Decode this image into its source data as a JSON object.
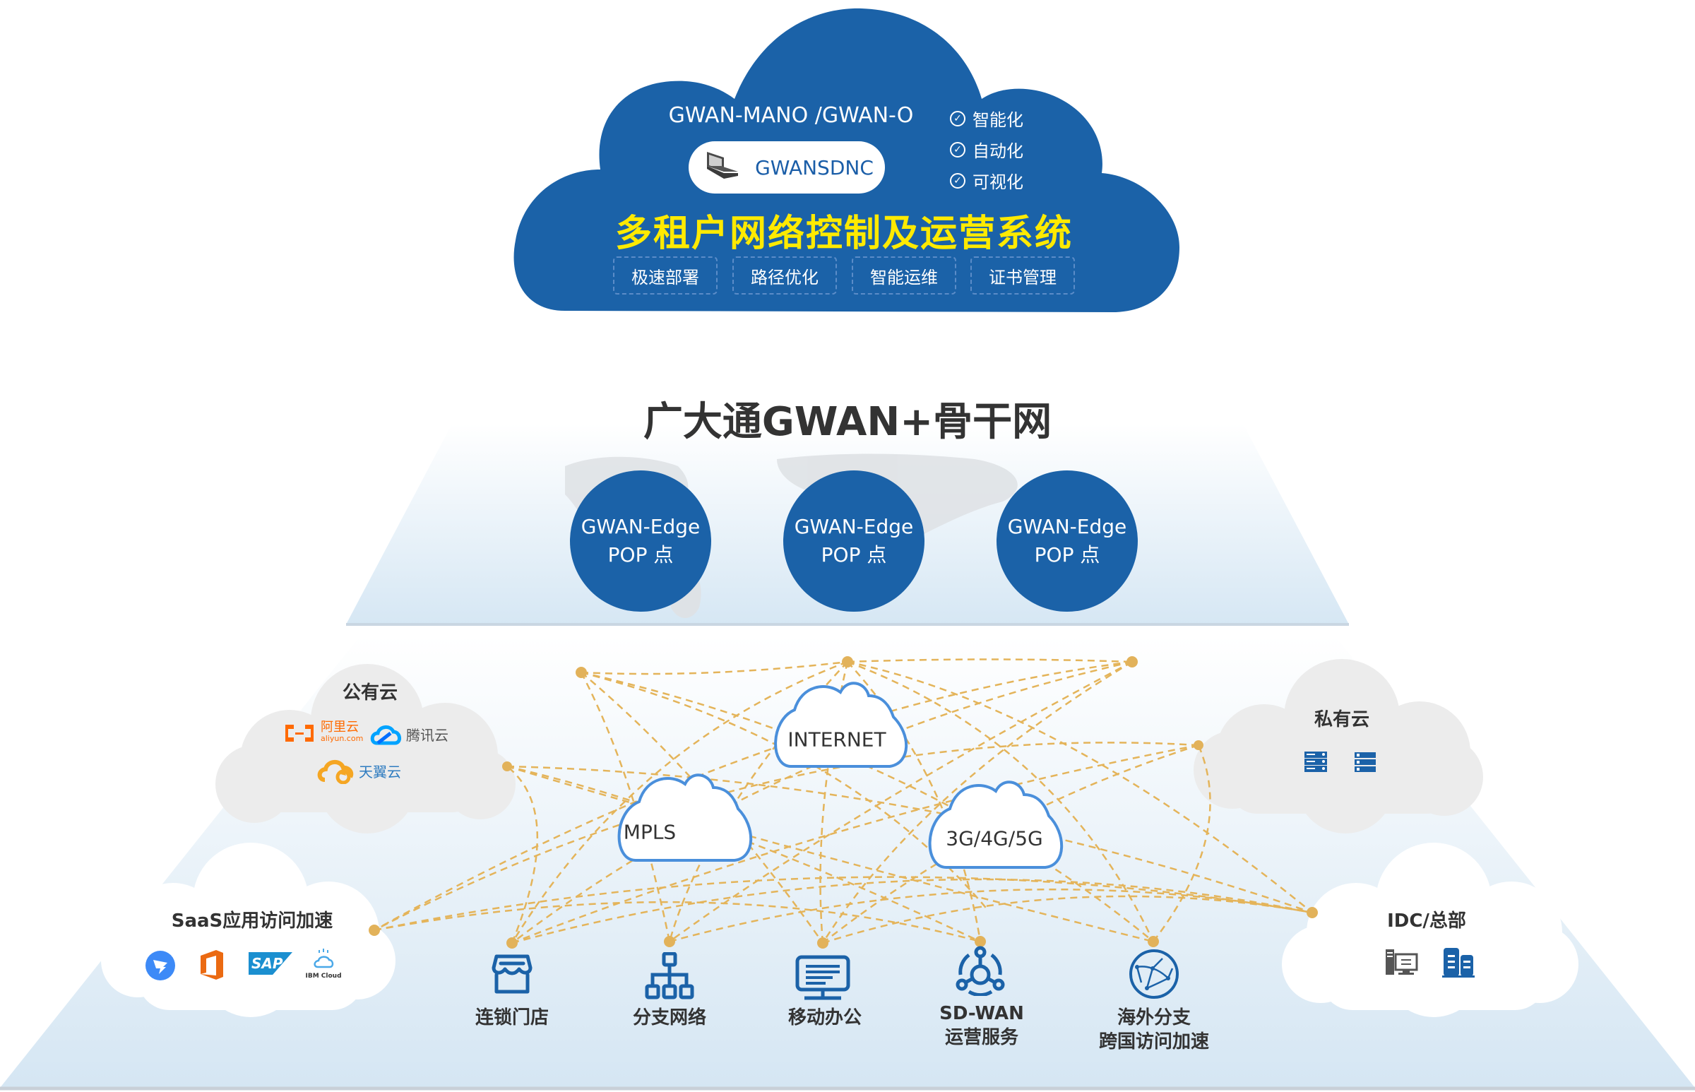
{
  "top_cloud": {
    "subtitle": "GWAN-MANO /GWAN-O",
    "controller_label": "GWANSDNC",
    "controller_icon": "laptop-icon",
    "features_checked": [
      "智能化",
      "自动化",
      "可视化"
    ],
    "title": "多租户网络控制及运营系统",
    "capabilities": [
      "极速部署",
      "路径优化",
      "智能运维",
      "证书管理"
    ],
    "color": "#1b62a8",
    "title_color": "#ffea00"
  },
  "backbone": {
    "title": "广大通GWAN+骨干网",
    "pop_nodes": [
      {
        "line1": "GWAN-Edge",
        "line2": "POP 点"
      },
      {
        "line1": "GWAN-Edge",
        "line2": "POP 点"
      },
      {
        "line1": "GWAN-Edge",
        "line2": "POP 点"
      }
    ]
  },
  "access_networks": [
    "INTERNET",
    "MPLS",
    "3G/4G/5G"
  ],
  "side_clouds": {
    "public": {
      "label": "公有云",
      "logos": [
        {
          "name": "阿里云",
          "sub": "aliyun.com",
          "icon": "aliyun-logo-icon",
          "color": "#ff6a00"
        },
        {
          "name": "腾讯云",
          "icon": "tencent-cloud-logo-icon",
          "color": "#00a3ff"
        },
        {
          "name": "天翼云",
          "icon": "tianyi-cloud-logo-icon",
          "color": "#f5a623"
        }
      ]
    },
    "private": {
      "label": "私有云",
      "icons": [
        "server-rack-icon",
        "server-stack-icon"
      ]
    },
    "saas": {
      "label": "SaaS应用访问加速",
      "logos": [
        "dingtalk-logo-icon",
        "office-logo-icon",
        "SAP",
        "ibm-cloud-logo-icon"
      ],
      "sap_text": "SAP",
      "ibm_text": "IBM Cloud"
    },
    "idc": {
      "label": "IDC/总部",
      "icons": [
        "data-center-icon",
        "building-icon"
      ]
    }
  },
  "endpoints": [
    {
      "line1": "连锁门店",
      "line2": "",
      "icon": "store-icon"
    },
    {
      "line1": "分支网络",
      "line2": "",
      "icon": "branch-network-icon"
    },
    {
      "line1": "移动办公",
      "line2": "",
      "icon": "monitor-icon"
    },
    {
      "line1": "SD-WAN",
      "line2": "运营服务",
      "icon": "sdwan-hub-icon"
    },
    {
      "line1": "海外分支",
      "line2": "跨国访问加速",
      "icon": "globe-network-icon"
    }
  ],
  "colors": {
    "link_dash": "#e4b45a",
    "node_dot": "#e2b25a",
    "icon_blue": "#1b62a8",
    "net_cloud_stroke": "#4a8fdb",
    "gray_cloud": "#ececec"
  }
}
